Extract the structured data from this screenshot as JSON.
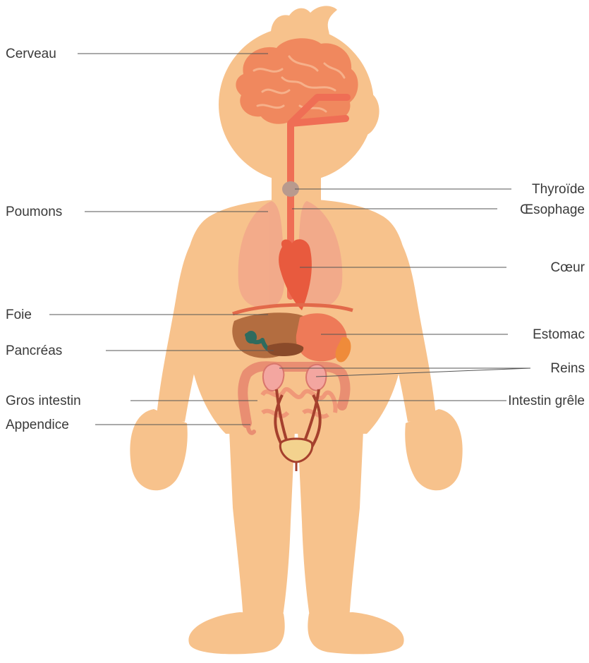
{
  "labels": {
    "cerveau": "Cerveau",
    "thyroide": "Thyroïde",
    "oesophage": "Œsophage",
    "poumons": "Poumons",
    "coeur": "Cœur",
    "foie": "Foie",
    "estomac": "Estomac",
    "pancreas": "Pancréas",
    "reins": "Reins",
    "gros_intestin": "Gros intestin",
    "intestin_grele": "Intestin grêle",
    "appendice": "Appendice"
  },
  "colors": {
    "skin": "#f7c28c",
    "brain": "#f0885e",
    "brain_lines": "#f6b08a",
    "esophagus": "#ef6e55",
    "thyroid": "#b89a8e",
    "lungs": "#f2a88a",
    "heart": "#e85a3e",
    "liver": "#b36d40",
    "stomach": "#ee7a58",
    "pancreas": "#8a4a2a",
    "gallbladder": "#2f6b5e",
    "kidneys": "#f3a6a0",
    "spleen": "#ef8b3a",
    "intestine": "#e98e72",
    "urinary": "#a5402d",
    "bladder": "#f3d28e",
    "leader": "#555555",
    "text": "#3a3a3a"
  }
}
